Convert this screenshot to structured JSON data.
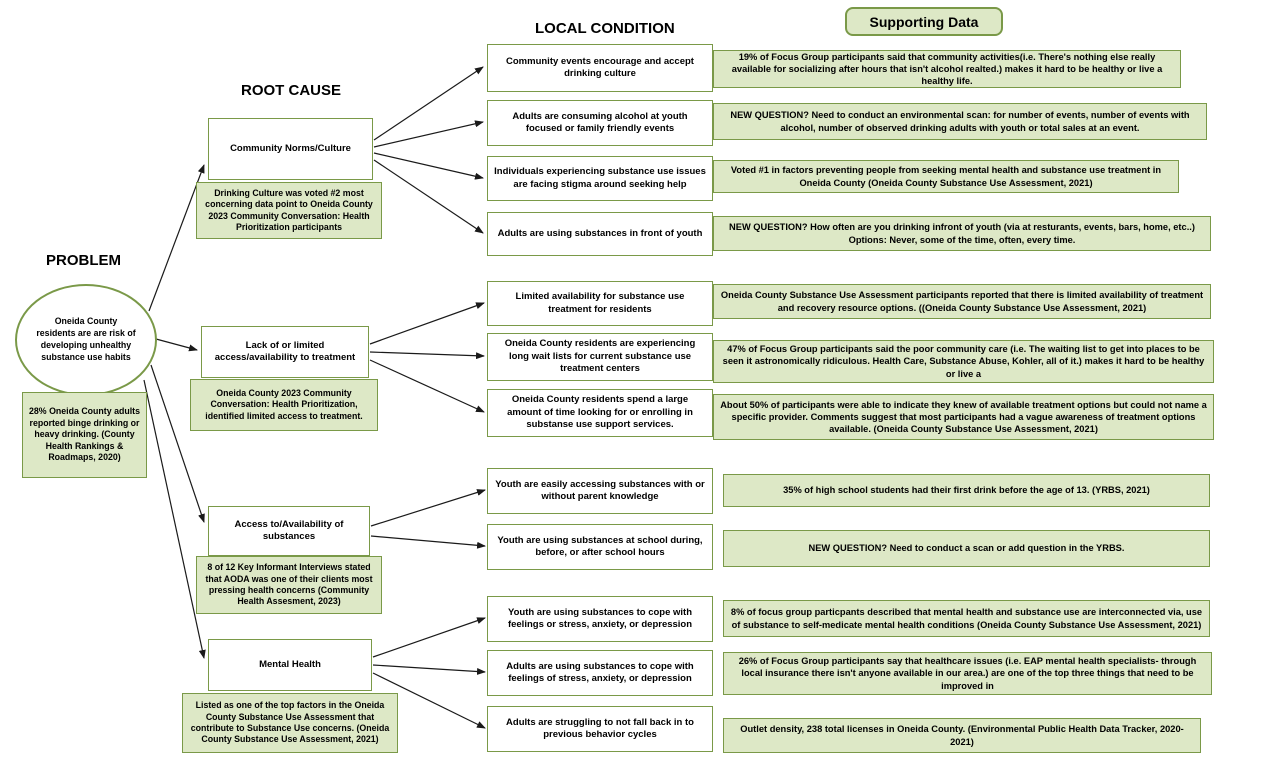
{
  "headers": {
    "problem": "PROBLEM",
    "root_cause": "ROOT CAUSE",
    "local_condition": "LOCAL CONDITION",
    "supporting_data": "Supporting Data"
  },
  "colors": {
    "border_green": "#7a9948",
    "fill_green": "#dde8c6",
    "arrow_black": "#1a1a1a"
  },
  "problem": {
    "text": "Oneida County residents are are risk of developing unhealthy substance use habits",
    "note": "28% Oneida County adults reported binge drinking or heavy drinking. (County Health Rankings & Roadmaps, 2020)"
  },
  "root_causes": [
    {
      "label": "Community Norms/Culture",
      "note": "Drinking Culture was voted #2 most concerning data point to Oneida County 2023 Community Conversation: Health Prioritization participants"
    },
    {
      "label": "Lack of or limited access/availability to treatment",
      "note": "Oneida County 2023 Community Conversation: Health Prioritization, identified limited access to treatment."
    },
    {
      "label": "Access to/Availability of substances",
      "note": "8 of 12 Key Informant Interviews stated that AODA was one of their clients most pressing health concerns (Community Health Assesment, 2023)"
    },
    {
      "label": "Mental Health",
      "note": "Listed as one of the top factors in the Oneida County Substance Use Assessment that contribute to Substance Use concerns. (Oneida County Substance Use Assessment, 2021)"
    }
  ],
  "local_conditions": [
    "Community events encourage and accept drinking culture",
    "Adults are consuming alcohol at youth focused or family friendly events",
    "Individuals experiencing substance use issues are facing stigma around seeking help",
    "Adults are using substances in front of youth",
    "Limited availability for substance use treatment for residents",
    "Oneida County residents are experiencing long wait lists for current substance use treatment centers",
    "Oneida County residents spend a large amount of time looking for or enrolling in substanse use support services.",
    "Youth are easily accessing substances with or without parent knowledge",
    "Youth are using substances at school during, before, or after school hours",
    "Youth are using substances to cope with feelings or stress, anxiety, or depression",
    "Adults are using substances to cope with feelings of stress, anxiety, or depression",
    "Adults are struggling to not fall back in to previous behavior cycles"
  ],
  "supporting_data": [
    "19% of Focus Group participants said that community activities(i.e. There's nothing else really available for socializing after hours that isn't alcohol realted.) makes it hard to be healthy or live a healthy life.",
    "NEW QUESTION? Need to conduct an environmental scan: for number of events, number of events with alcohol, number of observed drinking adults with youth or total sales at an event.",
    "Voted #1 in factors preventing people from seeking mental health and substance use treatment in Oneida County (Oneida County Substance Use Assessment, 2021)",
    "NEW QUESTION? How often are you drinking infront of youth (via at resturants, events, bars, home, etc..) Options: Never, some of the time, often, every time.",
    "Oneida County Substance Use Assessment participants reported that there is limited availability of treatment and recovery resource options. ((Oneida County Substance Use Assessment, 2021)",
    "47% of Focus Group participants said the poor community care (i.e. The waiting list to get into places to be seen it astronomically ridiculous. Health Care, Substance Abuse, Kohler, all of it.) makes it hard to be healthy or live a",
    "About 50% of participants were able to indicate they knew of available treatment options but could not name a specific provider. Comments suggest that most participants had a vague awareness of treatment options available. (Oneida County Substance Use Assessment, 2021)",
    "35% of high school students had their first drink before the age of 13. (YRBS, 2021)",
    "NEW QUESTION? Need to conduct a scan or add question in the YRBS.",
    "8% of  focus group particpants described that mental health and substance use are interconnected via, use of substance to self-medicate mental health conditions (Oneida County Substance Use Assessment, 2021)",
    "26% of Focus Group participants say that healthcare issues (i.e. EAP mental health specialists- through local insurance there isn't anyone available in our area.) are one of the top three things that need to be improved in",
    "Outlet density, 238 total licenses in Oneida County. (Environmental Public Health Data Tracker, 2020- 2021)"
  ]
}
